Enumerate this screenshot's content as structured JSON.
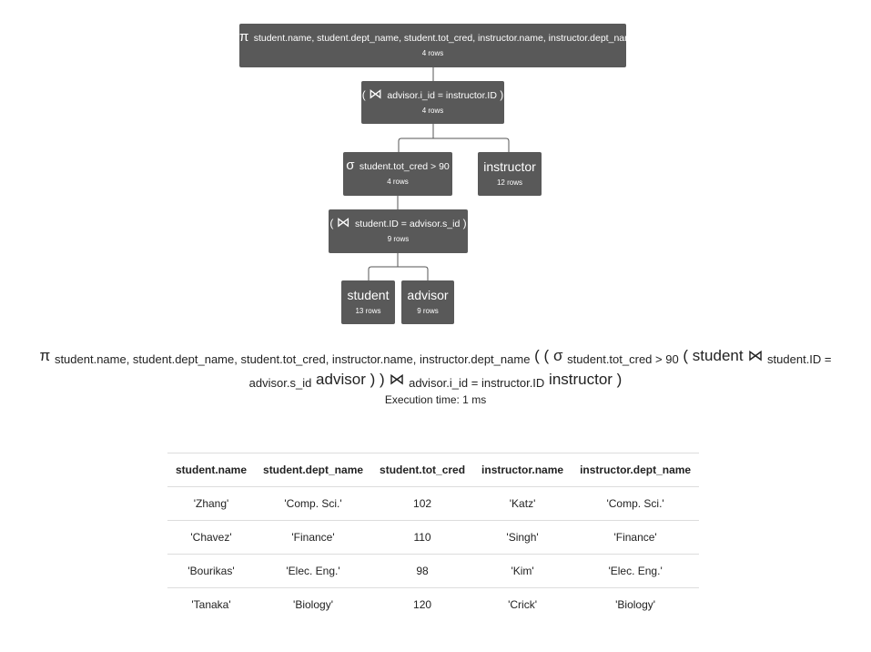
{
  "tree": {
    "projection": {
      "symbol": "π",
      "attrs": "student.name, student.dept_name, student.tot_cred, instructor.name, instructor.dept_name",
      "rows": "4 rows"
    },
    "join_advisor_instructor": {
      "open": "(",
      "symbol": "⋈",
      "condition": "advisor.i_id = instructor.ID",
      "close": ")",
      "rows": "4 rows"
    },
    "selection": {
      "symbol": "σ",
      "condition": "student.tot_cred > 90",
      "rows": "4 rows"
    },
    "instructor": {
      "name": "instructor",
      "rows": "12 rows"
    },
    "join_student_advisor": {
      "open": "(",
      "symbol": "⋈",
      "condition": "student.ID = advisor.s_id",
      "close": ")",
      "rows": "9 rows"
    },
    "student": {
      "name": "student",
      "rows": "13 rows"
    },
    "advisor": {
      "name": "advisor",
      "rows": "9 rows"
    }
  },
  "expression": {
    "pi": "π",
    "proj_attrs": "student.name, student.dept_name, student.tot_cred, instructor.name, instructor.dept_name",
    "open_outer": "( (",
    "sigma": "σ",
    "sel_cond": "student.tot_cred > 90",
    "open_inner": "( student",
    "join_sym_1": "⋈",
    "join_cond_1": "student.ID = advisor.s_id",
    "advisor_close": "advisor ) )",
    "join_sym_2": "⋈",
    "join_cond_2": "advisor.i_id = instructor.ID",
    "instructor_close": "instructor )"
  },
  "execution_time": "Execution time: 1 ms",
  "result": {
    "columns": [
      "student.name",
      "student.dept_name",
      "student.tot_cred",
      "instructor.name",
      "instructor.dept_name"
    ],
    "rows": [
      [
        "'Zhang'",
        "'Comp. Sci.'",
        "102",
        "'Katz'",
        "'Comp. Sci.'"
      ],
      [
        "'Chavez'",
        "'Finance'",
        "110",
        "'Singh'",
        "'Finance'"
      ],
      [
        "'Bourikas'",
        "'Elec. Eng.'",
        "98",
        "'Kim'",
        "'Elec. Eng.'"
      ],
      [
        "'Tanaka'",
        "'Biology'",
        "120",
        "'Crick'",
        "'Biology'"
      ]
    ]
  },
  "colors": {
    "node_bg": "#595959",
    "node_text": "#ffffff",
    "connector": "#555555",
    "table_border": "#dddddd"
  }
}
